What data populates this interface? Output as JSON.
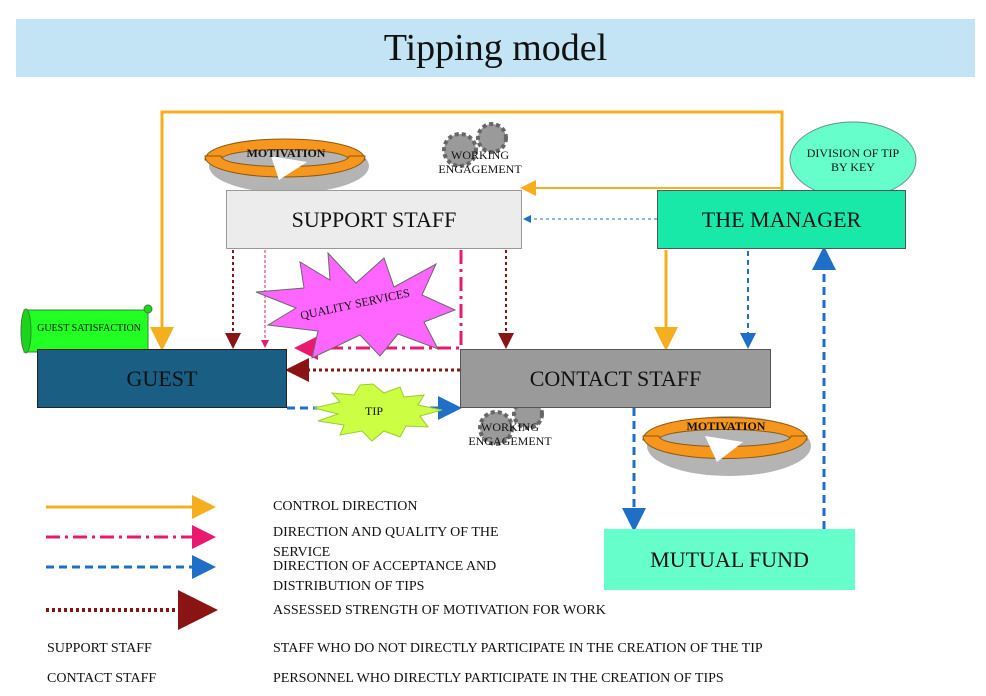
{
  "title": "Tipping model",
  "boxes": {
    "support_staff": "SUPPORT STAFF",
    "the_manager": "THE MANAGER",
    "guest": "GUEST",
    "contact_staff": "CONTACT STAFF",
    "mutual_fund": "MUTUAL FUND"
  },
  "badges": {
    "motivation_top": "MOTIVATION",
    "motivation_bottom": "MOTIVATION",
    "working_engagement_top": "WORKING ENGAGEMENT",
    "working_engagement_bottom": "WORKING ENGAGEMENT",
    "division_of_tip": "DIVISION OF TIP BY KEY",
    "quality_services": "QUALITY SERVICES",
    "tip": "TIP",
    "guest_satisfaction": "GUEST SATISFACTION"
  },
  "legend": {
    "control_direction": "CONTROL DIRECTION",
    "direction_quality": "DIRECTION AND QUALITY OF THE SERVICE",
    "direction_acceptance": "DIRECTION OF ACCEPTANCE AND DISTRIBUTION OF TIPS",
    "assessed_strength": "ASSESSED STRENGTH OF MOTIVATION FOR WORK",
    "support_term": "SUPPORT STAFF",
    "support_def": "STAFF WHO DO NOT DIRECTLY PARTICIPATE IN THE CREATION OF THE TIP",
    "contact_term": "CONTACT STAFF",
    "contact_def": "PERSONNEL WHO DIRECTLY PARTICIPATE IN THE CREATION OF TIPS"
  },
  "colors": {
    "control": "#f5ae1e",
    "quality": "#e8196e",
    "acceptance": "#1f6fc8",
    "motivation_strength": "#8a1414"
  }
}
